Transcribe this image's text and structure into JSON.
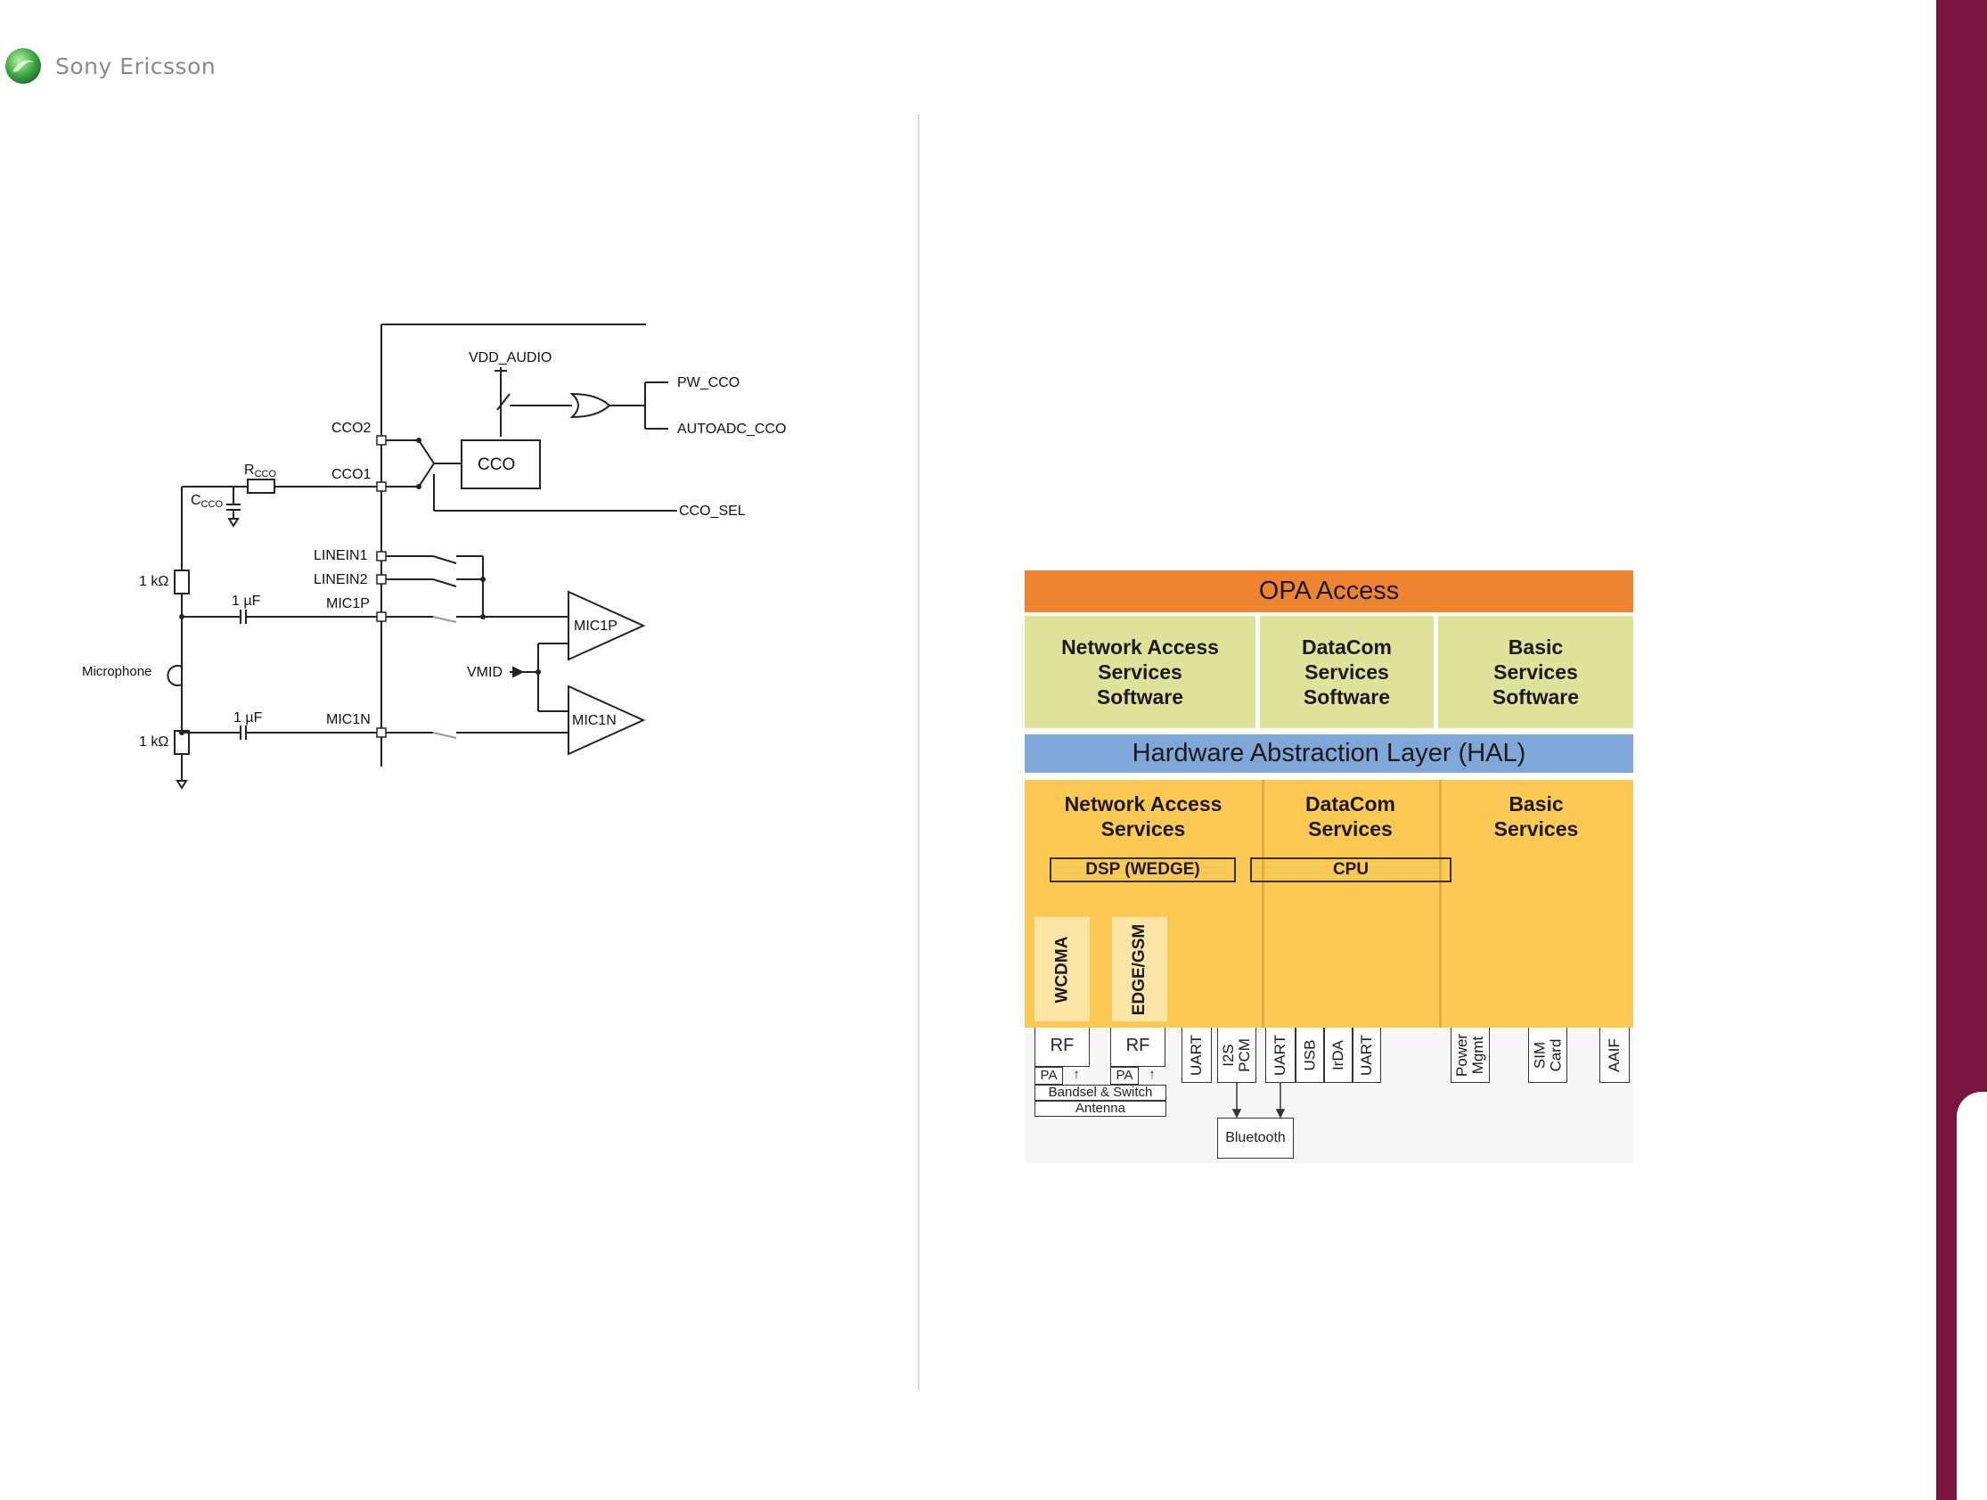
{
  "brand": {
    "name": "Sony Ericsson",
    "colors": {
      "sidebar": "#7a1540",
      "logo_green": "#3aa845"
    }
  },
  "circuit": {
    "labels": {
      "vdd": "VDD_AUDIO",
      "pw_cco": "PW_CCO",
      "autoadc": "AUTOADC_CCO",
      "cco2": "CCO2",
      "cco1": "CCO1",
      "cco": "CCO",
      "cco_sel": "CCO_SEL",
      "rcco": "R",
      "rcco_sub": "CCO",
      "ccco": "C",
      "ccco_sub": "CCO",
      "linein1": "LINEIN1",
      "linein2": "LINEIN2",
      "mic1p": "MIC1P",
      "mic1n": "MIC1N",
      "r_top": "1 kΩ",
      "r_bottom": "1 kΩ",
      "cap_top": "1 µF",
      "cap_bottom": "1 µF",
      "microphone": "Microphone",
      "vmid": "VMID",
      "amp_p": "MIC1P",
      "amp_n": "MIC1N"
    }
  },
  "architecture": {
    "colors": {
      "opa": "#ee8432",
      "software": "#dfe39a",
      "hal": "#7fa7d8",
      "hardware": "#fcc955",
      "radio": "#fbe6a5"
    },
    "opa_access": "OPA Access",
    "software_blocks": [
      {
        "label": "Network Access\nServices\nSoftware"
      },
      {
        "label": "DataCom\nServices\nSoftware"
      },
      {
        "label": "Basic\nServices\nSoftware"
      }
    ],
    "hal": "Hardware Abstraction Layer (HAL)",
    "hardware_blocks": [
      {
        "label": "Network Access\nServices"
      },
      {
        "label": "DataCom\nServices"
      },
      {
        "label": "Basic\nServices"
      }
    ],
    "chips": {
      "dsp": "DSP (WEDGE)",
      "cpu": "CPU"
    },
    "radios": {
      "wcdma": "WCDMA",
      "edge": "EDGE/GSM"
    },
    "rf": {
      "rf1": "RF",
      "rf2": "RF",
      "pa1": "PA",
      "pa2": "PA",
      "bandsel": "Bandsel & Switch",
      "antenna": "Antenna"
    },
    "ports": {
      "uart1": "UART",
      "i2s": "I2S\nPCM",
      "uart2": "UART",
      "usb": "USB",
      "irda": "IrDA",
      "uart3": "UART",
      "power": "Power\nMgmt",
      "sim": "SIM\nCard",
      "aaif": "AAIF"
    },
    "bluetooth": "Bluetooth"
  }
}
